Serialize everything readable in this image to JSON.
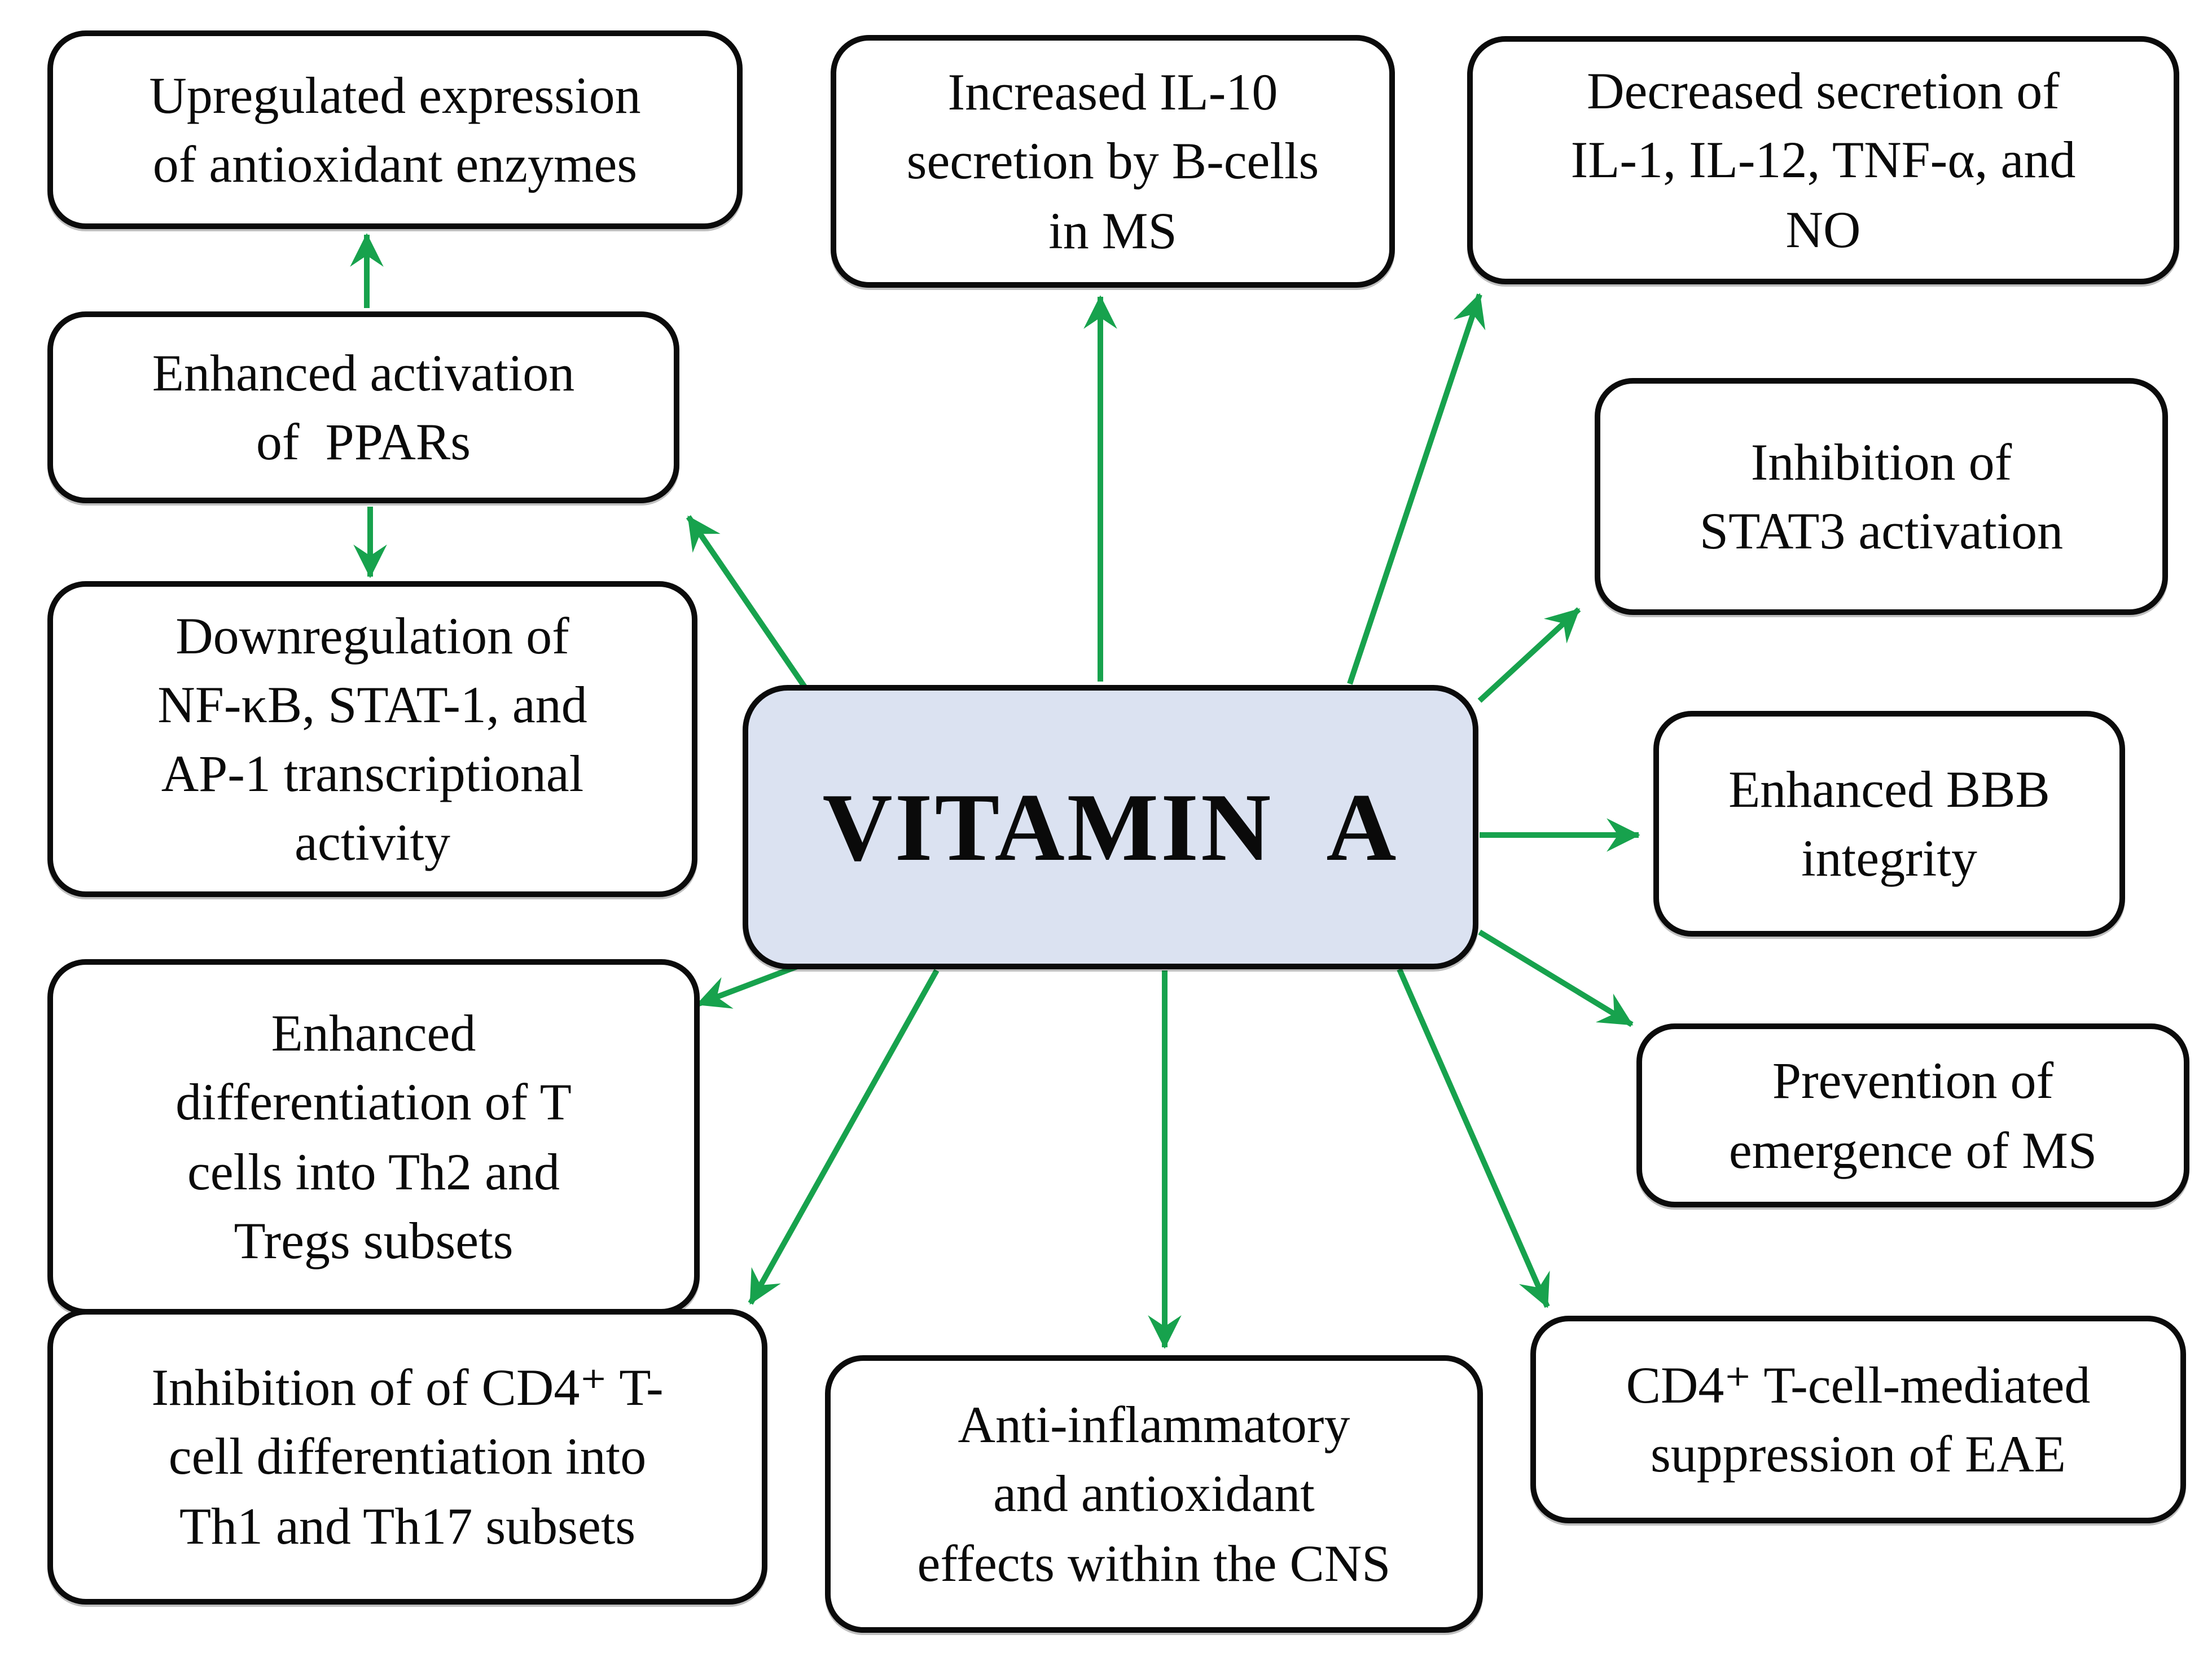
{
  "diagram": {
    "center": {
      "label": "VITAMIN  A"
    },
    "colors": {
      "arrow": "#17a24d",
      "center_fill": "#dbe2f1",
      "box_border": "#0b0b0b"
    },
    "boxes": [
      {
        "id": "upregulated-antioxidant-enzymes",
        "text": "Upregulated expression\nof antioxidant enzymes"
      },
      {
        "id": "enhanced-activation-ppars",
        "text": "Enhanced activation\nof  PPARs"
      },
      {
        "id": "downregulation-nfkb-stat1-ap1",
        "text": "Downregulation of\nNF-κB, STAT-1, and\nAP-1 transcriptional\nactivity"
      },
      {
        "id": "enhanced-differentiation-th2-tregs",
        "text": "Enhanced\ndifferentiation of T\ncells into Th2 and\nTregs subsets"
      },
      {
        "id": "inhibition-cd4-th1-th17",
        "text": "Inhibition of of CD4⁺ T-\ncell differentiation into\nTh1 and Th17 subsets"
      },
      {
        "id": "increased-il10-bcells-ms",
        "text": "Increased IL-10\nsecretion by B-cells\nin MS"
      },
      {
        "id": "decreased-secretion-il1-il12-tnfa-no",
        "text": "Decreased secretion of\nIL-1, IL-12, TNF-α, and\nNO"
      },
      {
        "id": "inhibition-stat3",
        "text": "Inhibition of\nSTAT3 activation"
      },
      {
        "id": "enhanced-bbb-integrity",
        "text": "Enhanced BBB\nintegrity"
      },
      {
        "id": "prevention-emergence-ms",
        "text": "Prevention of\nemergence of MS"
      },
      {
        "id": "cd4-mediated-suppression-eae",
        "text": "CD4⁺ T-cell-mediated\nsuppression of EAE"
      },
      {
        "id": "anti-inflammatory-antioxidant-cns",
        "text": "Anti-inflammatory\nand antioxidant\neffects within the CNS"
      }
    ]
  }
}
